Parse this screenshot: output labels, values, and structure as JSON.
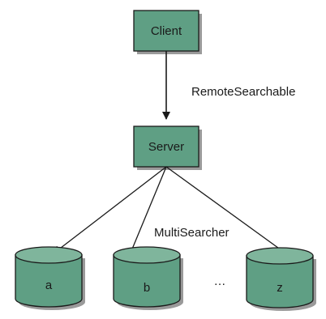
{
  "colors": {
    "node_fill": "#5f9f84",
    "node_stroke": "#1a1a1a",
    "shadow": "#9a9a9a",
    "cylinder_top": "#7fb59c",
    "edge": "#1a1a1a"
  },
  "nodes": {
    "client": "Client",
    "server": "Server"
  },
  "edges": {
    "client_to_server": "RemoteSearchable",
    "server_to_indexes": "MultiSearcher"
  },
  "indexes": [
    "a",
    "b",
    "z"
  ],
  "ellipsis": "…"
}
